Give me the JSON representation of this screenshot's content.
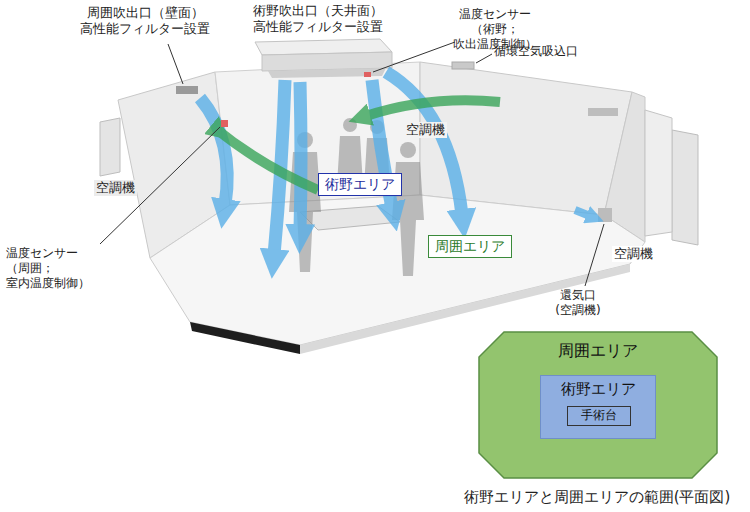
{
  "diagram": {
    "caption": "術野エリアと周囲エリアの範囲(平面図)",
    "nodes": [
      {
        "text": [
          "術野エリア"
        ]
      },
      {
        "text": [
          "周囲エリア"
        ]
      },
      {
        "text": [
          "周囲エリア"
        ]
      },
      {
        "text": [
          "術野エリア"
        ],
        "in": 2
      },
      {
        "text": [
          "手術台"
        ],
        "in": 3
      }
    ],
    "labels": [
      "周囲吹出口（壁面） 高性能フィルター設置",
      "術野吹出口（天井面） 高性能フィルター設置",
      "温度センサー （術野；吹出温度制御）",
      "循環空気吸込口",
      "空調機",
      "空調機",
      "空調機",
      "温度センサー （周囲；室内温度制御）",
      "還気口 (空調機)"
    ]
  }
}
